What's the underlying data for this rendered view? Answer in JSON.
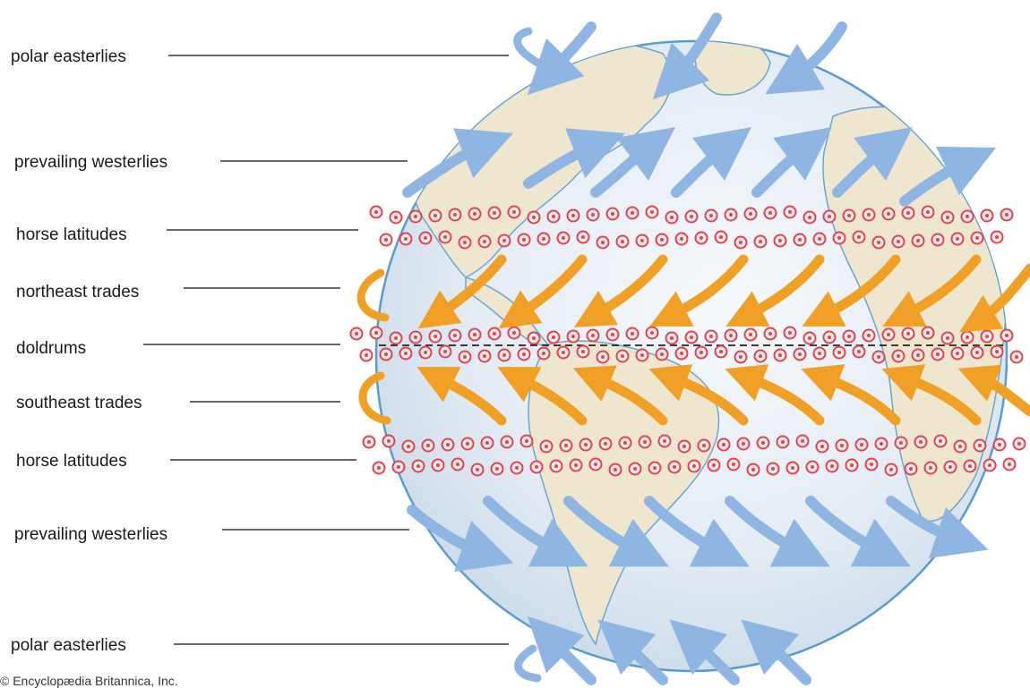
{
  "labels": [
    {
      "id": "polar-easterlies-north",
      "text": "polar easterlies"
    },
    {
      "id": "prevailing-westerlies-north",
      "text": "prevailing westerlies"
    },
    {
      "id": "horse-latitudes-north",
      "text": "horse latitudes"
    },
    {
      "id": "northeast-trades",
      "text": "northeast trades"
    },
    {
      "id": "doldrums",
      "text": "doldrums"
    },
    {
      "id": "southeast-trades",
      "text": "southeast trades"
    },
    {
      "id": "horse-latitudes-south",
      "text": "horse latitudes"
    },
    {
      "id": "prevailing-westerlies-south",
      "text": "prevailing westerlies"
    },
    {
      "id": "polar-easterlies-south",
      "text": "polar easterlies"
    }
  ],
  "credit": "© Encyclopædia Britannica, Inc.",
  "colors": {
    "globe_edge": "#5a9ccc",
    "ocean_light": "#eef3f8",
    "ocean_mid": "#d9e4ef",
    "land": "#efe6d0",
    "coastline": "#6aa6d1",
    "westerly_arrow": "#8fb6e3",
    "trade_arrow": "#f0a025",
    "pressure_ring": "#e0434f",
    "equator_line": "#222222",
    "label_line": "#333333"
  },
  "icons": [
    "westerly-arrow-icon",
    "trade-wind-arrow-icon",
    "high-pressure-symbol-icon"
  ]
}
